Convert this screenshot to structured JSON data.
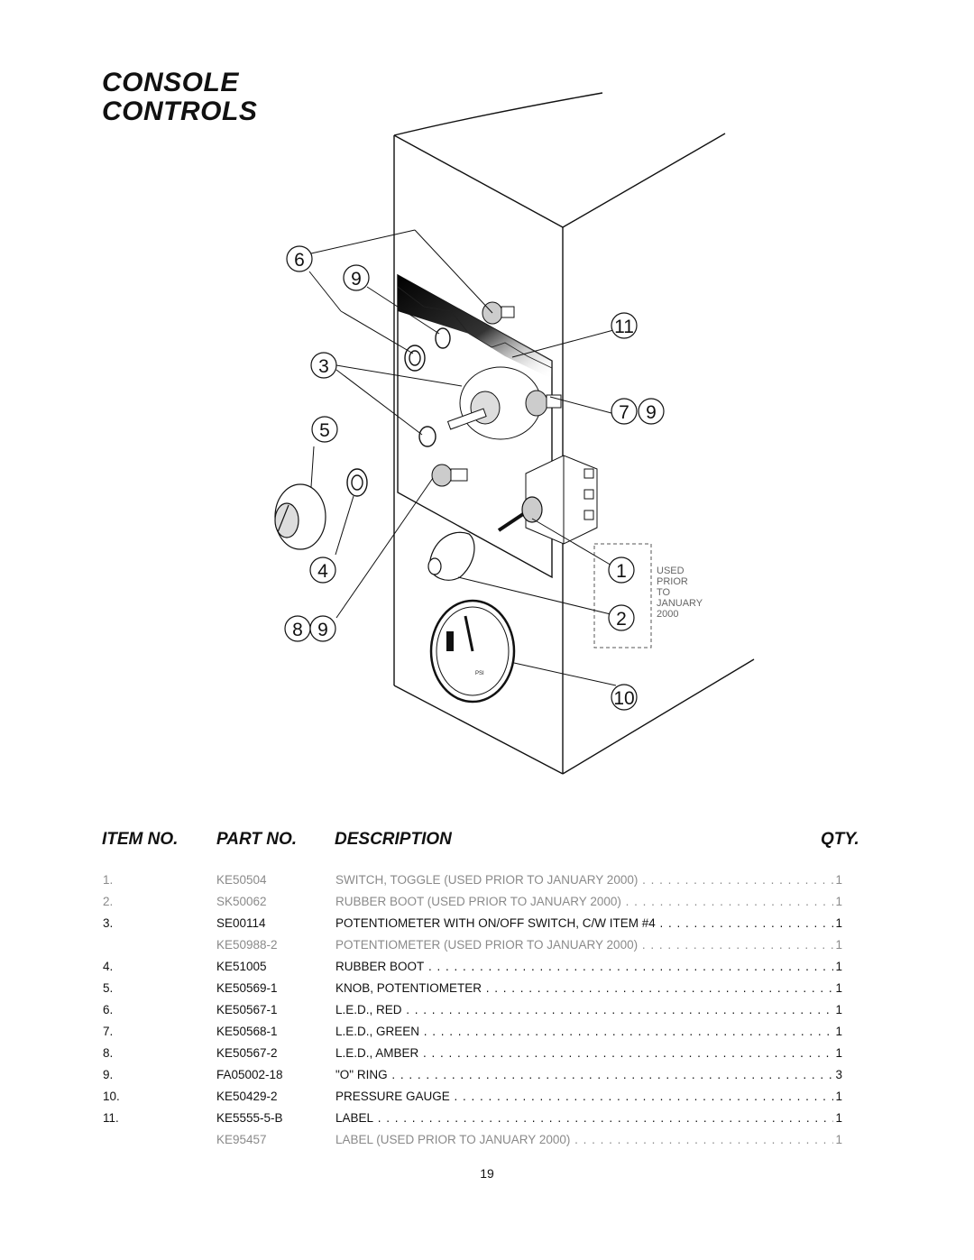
{
  "page": {
    "title_line1": "CONSOLE",
    "title_line2": "CONTROLS",
    "page_number": "19"
  },
  "diagram": {
    "callouts": [
      "6",
      "9",
      "3",
      "5",
      "4",
      "8",
      "9",
      "11",
      "7",
      "9",
      "1",
      "2",
      "10"
    ],
    "note": [
      "USED",
      "PRIOR",
      "TO",
      "JANUARY",
      "2000"
    ],
    "gauge_unit": "PSI"
  },
  "table": {
    "headers": {
      "item": "ITEM NO.",
      "part": "PART NO.",
      "description": "DESCRIPTION",
      "qty": "QTY."
    },
    "rows": [
      {
        "item": "1.",
        "part": "KE50504",
        "description": "SWITCH, TOGGLE (USED PRIOR TO JANUARY 2000)",
        "qty": "1",
        "legacy": true
      },
      {
        "item": "2.",
        "part": "SK50062",
        "description": "RUBBER BOOT (USED PRIOR TO JANUARY 2000)",
        "qty": "1",
        "legacy": true
      },
      {
        "item": "3.",
        "part": "SE00114",
        "description": "POTENTIOMETER WITH ON/OFF SWITCH, C/W ITEM #4",
        "qty": "1",
        "legacy": false
      },
      {
        "item": "",
        "part": "KE50988-2",
        "description": "POTENTIOMETER (USED PRIOR TO JANUARY 2000)",
        "qty": "1",
        "legacy": true
      },
      {
        "item": "4.",
        "part": "KE51005",
        "description": "RUBBER BOOT",
        "qty": "1",
        "legacy": false
      },
      {
        "item": "5.",
        "part": "KE50569-1",
        "description": "KNOB, POTENTIOMETER",
        "qty": "1",
        "legacy": false
      },
      {
        "item": "6.",
        "part": "KE50567-1",
        "description": "L.E.D., RED",
        "qty": "1",
        "legacy": false
      },
      {
        "item": "7.",
        "part": "KE50568-1",
        "description": "L.E.D., GREEN",
        "qty": "1",
        "legacy": false
      },
      {
        "item": "8.",
        "part": "KE50567-2",
        "description": "L.E.D., AMBER",
        "qty": "1",
        "legacy": false
      },
      {
        "item": "9.",
        "part": "FA05002-18",
        "description": "\"O\" RING",
        "qty": "3",
        "legacy": false
      },
      {
        "item": "10.",
        "part": "KE50429-2",
        "description": "PRESSURE GAUGE",
        "qty": "1",
        "legacy": false
      },
      {
        "item": "11.",
        "part": "KE5555-5-B",
        "description": "LABEL",
        "qty": "1",
        "legacy": false
      },
      {
        "item": "",
        "part": "KE95457",
        "description": "LABEL (USED PRIOR TO JANUARY 2000)",
        "qty": "1",
        "legacy": true
      }
    ]
  }
}
